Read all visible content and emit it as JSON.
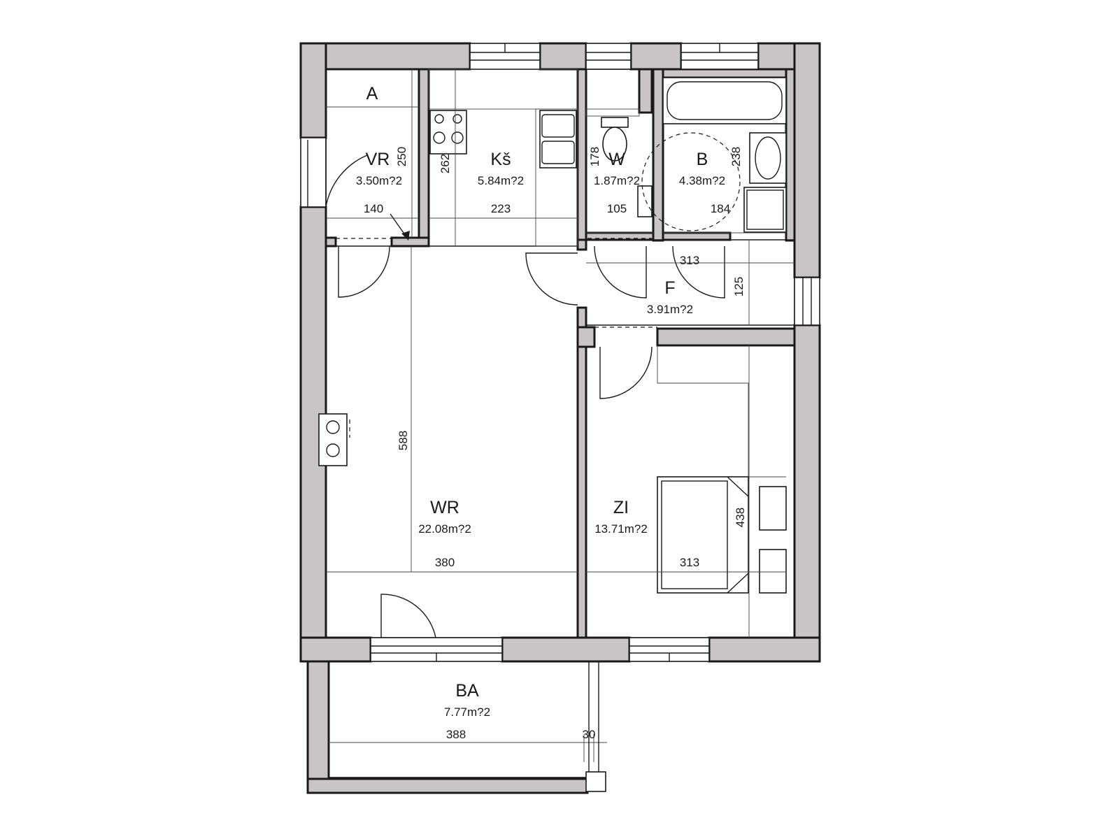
{
  "plan": {
    "rooms": [
      {
        "id": "vr",
        "name": "VR",
        "area": "3.50m?2"
      },
      {
        "id": "ks",
        "name": "Kš",
        "area": "5.84m?2"
      },
      {
        "id": "w",
        "name": "W",
        "area": "1.87m?2"
      },
      {
        "id": "b",
        "name": "B",
        "area": "4.38m?2"
      },
      {
        "id": "f",
        "name": "F",
        "area": "3.91m?2"
      },
      {
        "id": "wr",
        "name": "WR",
        "area": "22.08m?2"
      },
      {
        "id": "zi",
        "name": "ZI",
        "area": "13.71m?2"
      },
      {
        "id": "ba",
        "name": "BA",
        "area": "7.77m?2"
      }
    ],
    "labels": {
      "a": "A"
    },
    "dimensions": {
      "vr_height": "250",
      "vr_width": "140",
      "ks_height": "262",
      "ks_width": "223",
      "w_height": "178",
      "w_width": "105",
      "b_height": "238",
      "b_width": "184",
      "f_width": "313",
      "f_height": "125",
      "wr_height": "588",
      "wr_width": "380",
      "zi_height": "438",
      "zi_width": "313",
      "ba_width": "388",
      "ba_rail": "30"
    }
  }
}
